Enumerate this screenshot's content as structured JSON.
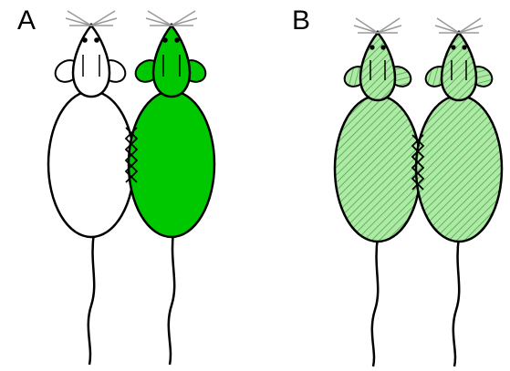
{
  "panels": [
    {
      "label": "A",
      "mice": [
        {
          "fill": "white",
          "hatched": false
        },
        {
          "fill": "green",
          "hatched": false
        }
      ]
    },
    {
      "label": "B",
      "mice": [
        {
          "fill": "light-green",
          "hatched": true
        },
        {
          "fill": "light-green",
          "hatched": true
        }
      ]
    }
  ],
  "colors": {
    "outline": "#000000",
    "white_fill": "#ffffff",
    "green_fill": "#00c800",
    "light_green_fill": "#aeeaa6",
    "hatch_line": "#4aa84a",
    "whisker": "#9a9a9a"
  },
  "icons": [
    "mouse-icon",
    "suture-icon"
  ]
}
